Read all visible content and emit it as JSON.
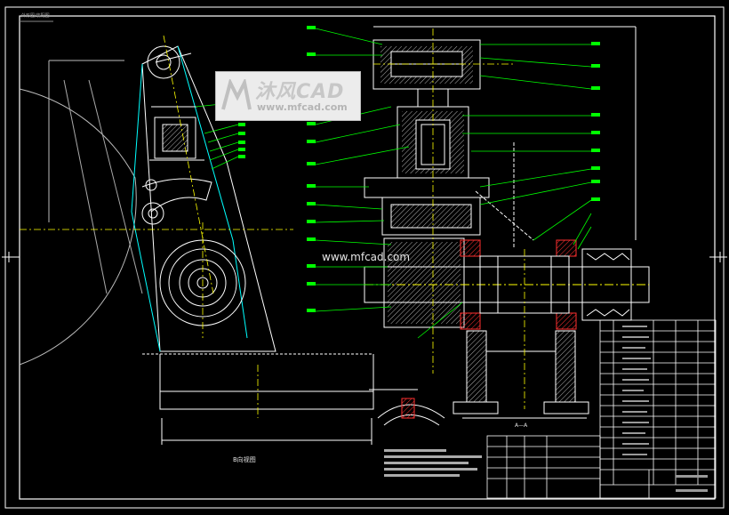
{
  "drawing": {
    "sheet_label": "外形图/装配图",
    "watermark": {
      "brand": "沐风CAD",
      "url": "www.mfcad.com"
    },
    "site_text": "www.mfcad.com",
    "view_title": "B向视图",
    "section_title": "A—A"
  },
  "colors": {
    "background": "#000000",
    "line": "#ffffff",
    "leader": "#00ff00",
    "center": "#ffff00",
    "cyan": "#00ffff",
    "red": "#ff2020",
    "magenta": "#ff00ff"
  }
}
